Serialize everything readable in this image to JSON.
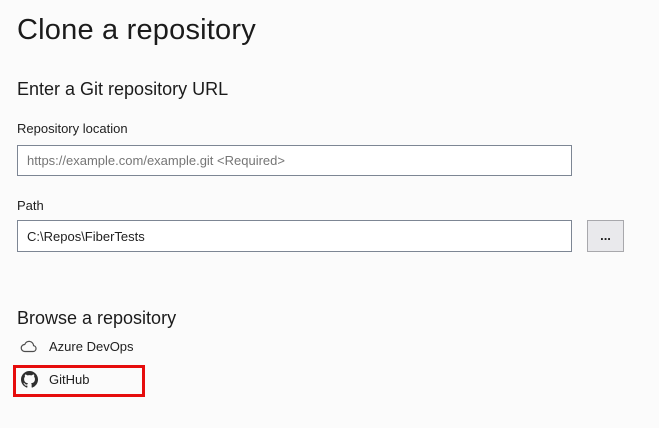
{
  "page": {
    "title": "Clone a repository",
    "background_color": "#fbfbfb"
  },
  "url_section": {
    "heading": "Enter a Git repository URL",
    "repository_location": {
      "label": "Repository location",
      "value": "",
      "placeholder": "https://example.com/example.git <Required>"
    },
    "path": {
      "label": "Path",
      "value": "C:\\Repos\\FiberTests",
      "browse_button_label": "..."
    }
  },
  "browse_section": {
    "heading": "Browse a repository",
    "items": [
      {
        "label": "Azure DevOps",
        "icon": "azure-devops-cloud-icon",
        "highlighted": false
      },
      {
        "label": "GitHub",
        "icon": "github-icon",
        "highlighted": true
      }
    ]
  },
  "annotation": {
    "type": "highlight-rectangle",
    "target": "GitHub",
    "color": "#e60c0c"
  },
  "colors": {
    "text_primary": "#1e1e1e",
    "placeholder_text": "#767676",
    "input_border": "#7d8694",
    "button_background": "#e9e9ec",
    "button_border": "#a8a8ac"
  }
}
